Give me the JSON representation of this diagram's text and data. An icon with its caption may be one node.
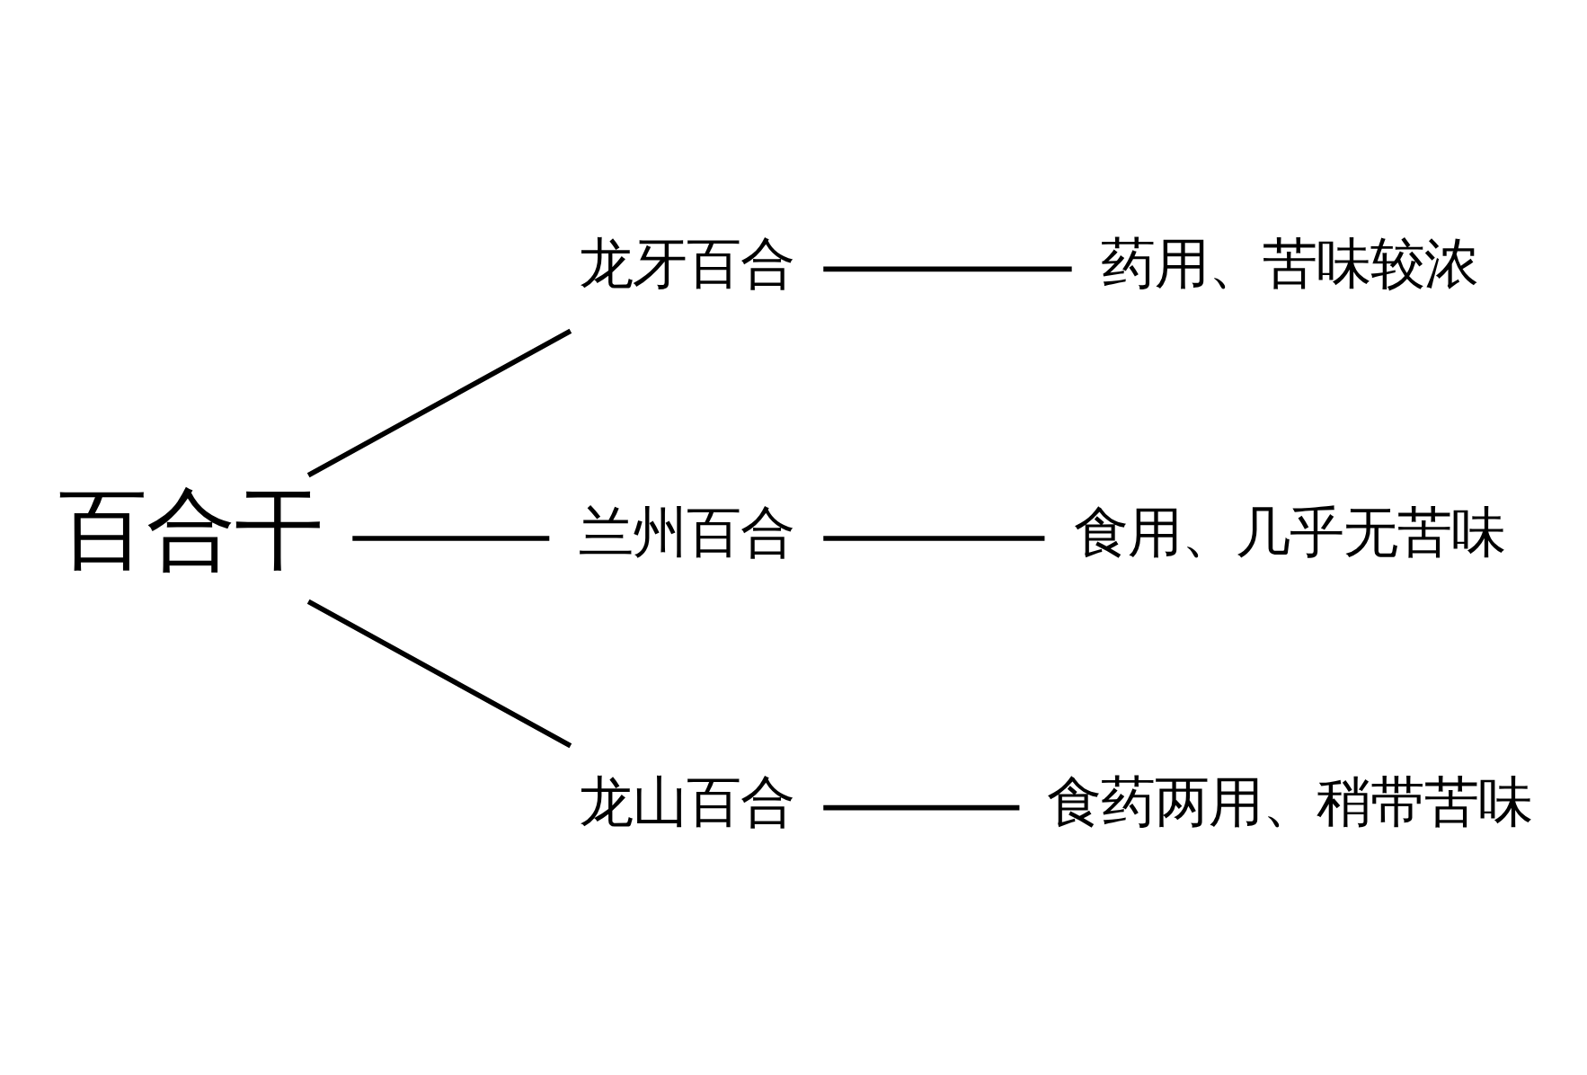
{
  "diagram": {
    "nodes": [
      {
        "text": [
          "百合干"
        ]
      },
      {
        "text": [
          "龙牙百合"
        ]
      },
      {
        "text": [
          "药用、苦味较浓"
        ]
      },
      {
        "text": [
          "兰州百合"
        ]
      },
      {
        "text": [
          "食用、几乎无苦味"
        ]
      },
      {
        "text": [
          "龙山百合"
        ]
      },
      {
        "text": [
          "食药两用、稍带苦味"
        ]
      }
    ],
    "edges": [
      {
        "from": 0,
        "to": 1,
        "arrow": "none"
      },
      {
        "from": 0,
        "to": 3,
        "arrow": "none"
      },
      {
        "from": 0,
        "to": 5,
        "arrow": "none"
      },
      {
        "from": 1,
        "to": 2,
        "arrow": "none"
      },
      {
        "from": 3,
        "to": 4,
        "arrow": "none"
      },
      {
        "from": 5,
        "to": 6,
        "arrow": "none"
      }
    ]
  }
}
